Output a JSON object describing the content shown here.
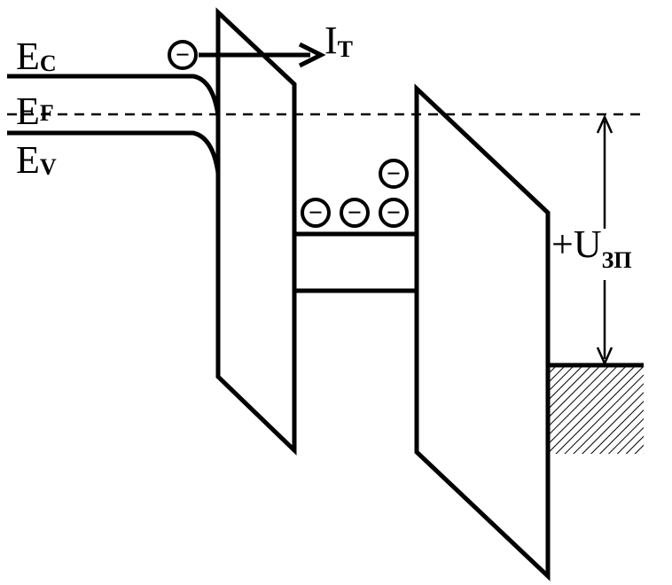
{
  "labels": {
    "ec_main": "E",
    "ec_sub": "C",
    "ef_main": "E",
    "ef_sub": "F",
    "ev_main": "E",
    "ev_sub": "V",
    "current_main": "I",
    "current_sub": "T",
    "voltage_main": "+U",
    "voltage_sub": "ЗП"
  },
  "charge_symbol": "−",
  "trapped_electron_count": 4,
  "colors": {
    "line": "#000000",
    "background": "#ffffff"
  }
}
